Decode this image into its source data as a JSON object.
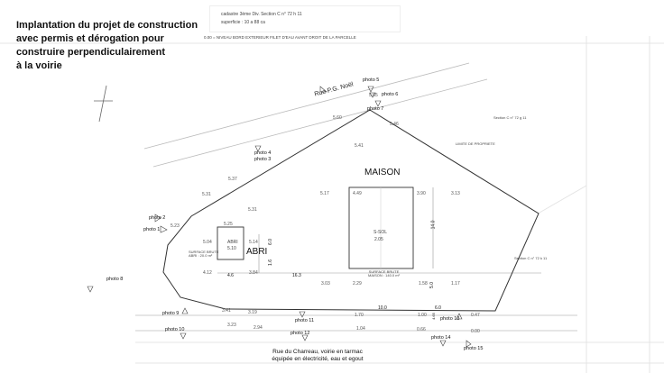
{
  "title": [
    "Implantation du projet de construction",
    "avec permis et dérogation pour",
    "construire perpendiculairement",
    "à la voirie"
  ],
  "cadastre": {
    "line1": "cadastre 3ème Div. Section C n° 72 h 11",
    "line2": "superficie : 10 a 88 ca"
  },
  "niveau": "0.00 = NIVEAU BORD EXTERIEUR FILET D'EAU AVANT DROIT DE LA PARCELLE",
  "road_top": "Rue P.G. Noël",
  "road_bottom": [
    "Rue du Charreau, voirie en tarmac",
    "équipée en électricité, eau et egout"
  ],
  "maison": {
    "label": "MAISON",
    "ssol": "S-SOL",
    "ssol_val": "2.05",
    "surface": [
      "SURFACE BRUTE",
      "MAISON : 140.0 m²"
    ]
  },
  "abri": {
    "label": "ABRI",
    "inner": "ABRI",
    "inner_val": "5.10",
    "surface": [
      "SURFACE BRUTE",
      "ABRI : 20.0 m²"
    ]
  },
  "limite": "LIMITE DE PROPRIETE",
  "section_top": "Section C n° 72 g 11",
  "section_right": "Section C n° 72 k 11",
  "photos": [
    "photo 1",
    "photo 2",
    "photo 3",
    "photo 4",
    "photo 5",
    "photo 6",
    "photo 7",
    "photo 8",
    "photo 9",
    "photo 10",
    "photo 11",
    "photo 12",
    "photo 13",
    "photo 14",
    "photo 15"
  ],
  "levels": [
    "5.65",
    "5.60",
    "5.46",
    "5.41",
    "5.37",
    "5.31",
    "5.17",
    "4.49",
    "3.90",
    "3.13",
    "5.31",
    "5.23",
    "5.25",
    "5.04",
    "5.14",
    "4.12",
    "3.84",
    "3.03",
    "2.29",
    "1.58",
    "1.17",
    "3.41",
    "3.19",
    "1.70",
    "1.00",
    "0.47",
    "3.23",
    "2.94",
    "1.04",
    "0.66",
    "0.00"
  ],
  "dims": [
    "4.6",
    "16.3",
    "6.0",
    "1.6",
    "14.0",
    "5.0",
    "10.0",
    "6.0",
    "4.65"
  ]
}
